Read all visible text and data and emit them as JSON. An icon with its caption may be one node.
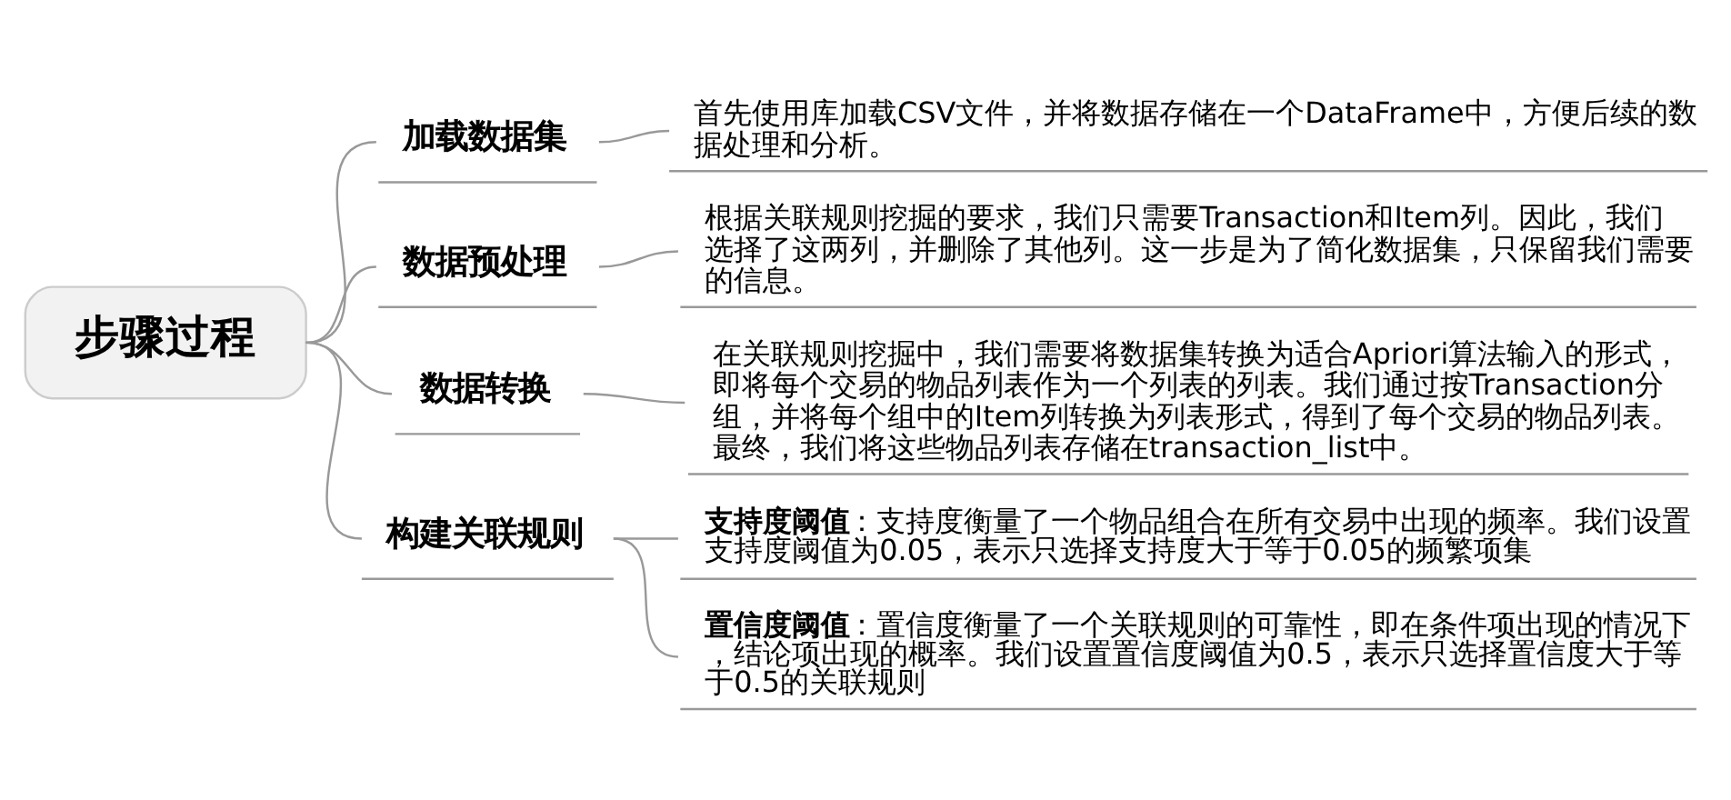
{
  "diagram": {
    "nodes": [
      {
        "text": [
          "步骤过程"
        ]
      },
      {
        "text": [
          "加载数据集"
        ]
      },
      {
        "text": [
          "首先使用库加载CSV文件，并将数据存储在一个DataFrame中，方便后续的数据处理和分析。"
        ]
      },
      {
        "text": [
          "数据预处理"
        ]
      },
      {
        "text": [
          "根据关联规则挖掘的要求，我们只需要Transaction和Item列。因此，我们选择了这两列，并删除了其他列。这一步是为了简化数据集，只保留我们需要的信息。"
        ]
      },
      {
        "text": [
          "数据转换"
        ]
      },
      {
        "text": [
          "在关联规则挖掘中，我们需要将数据集转换为适合Apriori算法输入的形式，即将每个交易的物品列表作为一个列表的列表。我们通过按Transaction分组，并将每个组中的Item列转换为列表形式，得到了每个交易的物品列表。最终，我们将这些物品列表存储在transaction_list中。"
        ]
      },
      {
        "text": [
          "构建关联规则"
        ]
      },
      {
        "text": [
          "**支持度阈值**：支持度衡量了一个物品组合在所有交易中出现的频率。我们设置支持度阈值为0.05，表示只选择支持度大于等于0.05的频繁项集"
        ]
      },
      {
        "text": [
          "**置信度阈值**：置信度衡量了一个关联规则的可靠性，即在条件项出现的情况下，结论项出现的概率。我们设置置信度阈值为0.5，表示只选择置信度大于等于0.5的关联规则"
        ]
      }
    ],
    "edges": [
      {
        "from": 0,
        "to": 1,
        "arrow": "none"
      },
      {
        "from": 1,
        "to": 2,
        "arrow": "none"
      },
      {
        "from": 0,
        "to": 3,
        "arrow": "none"
      },
      {
        "from": 3,
        "to": 4,
        "arrow": "none"
      },
      {
        "from": 0,
        "to": 5,
        "arrow": "none"
      },
      {
        "from": 5,
        "to": 6,
        "arrow": "none"
      },
      {
        "from": 0,
        "to": 7,
        "arrow": "none"
      },
      {
        "from": 7,
        "to": 8,
        "arrow": "none"
      },
      {
        "from": 7,
        "to": 9,
        "arrow": "none"
      }
    ]
  }
}
